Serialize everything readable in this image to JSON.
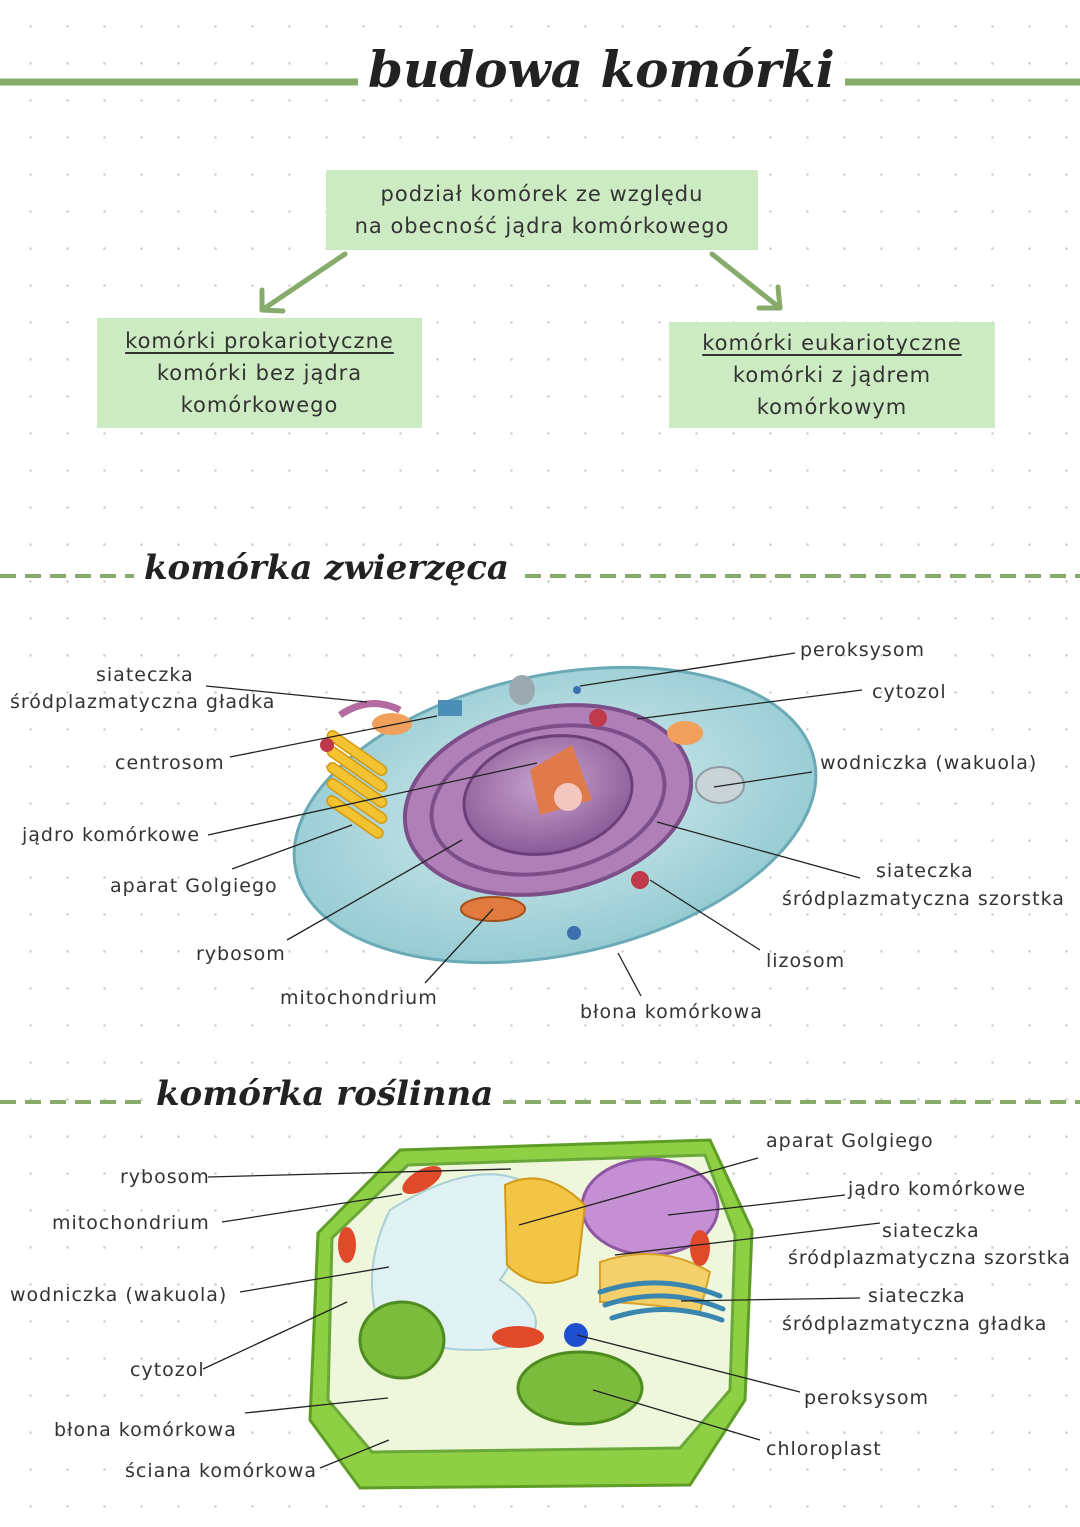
{
  "header": {
    "title": "budowa komórki"
  },
  "root_box": {
    "line1": "podział komórek ze względu",
    "line2": "na obecność jądra komórkowego"
  },
  "prokaryotic": {
    "heading": "komórki prokariotyczne",
    "line1": "komórki bez jądra",
    "line2": "komórkowego"
  },
  "eukaryotic": {
    "heading": "komórki eukariotyczne",
    "line1": "komórki z jądrem",
    "line2": "komórkowym"
  },
  "animal_cell": {
    "heading": "komórka zwierzęca",
    "labels": {
      "smooth_er_1": "siateczka",
      "smooth_er_2": "śródplazmatyczna gładka",
      "centrosome": "centrosom",
      "nucleus": "jądro komórkowe",
      "golgi": "aparat Golgiego",
      "ribosome": "rybosom",
      "mitochondrion": "mitochondrium",
      "peroxisome": "peroksysom",
      "cytosol": "cytozol",
      "vacuole": "wodniczka (wakuola)",
      "rough_er_1": "siateczka",
      "rough_er_2": "śródplazmatyczna szorstka",
      "lysosome": "lizosom",
      "membrane": "błona komórkowa"
    }
  },
  "plant_cell": {
    "heading": "komórka roślinna",
    "labels": {
      "ribosome": "rybosom",
      "mitochondrion": "mitochondrium",
      "vacuole": "wodniczka (wakuola)",
      "cytosol": "cytozol",
      "membrane": "błona komórkowa",
      "wall": "ściana komórkowa",
      "golgi": "aparat Golgiego",
      "nucleus": "jądro komórkowe",
      "rough_er_1": "siateczka",
      "rough_er_2": "śródplazmatyczna szorstka",
      "smooth_er_1": "siateczka",
      "smooth_er_2": "śródplazmatyczna gładka",
      "peroxisome": "peroksysom",
      "chloroplast": "chloroplast"
    }
  },
  "colors": {
    "accent_green": "#86ab6a",
    "box_green": "#cdebc3"
  }
}
